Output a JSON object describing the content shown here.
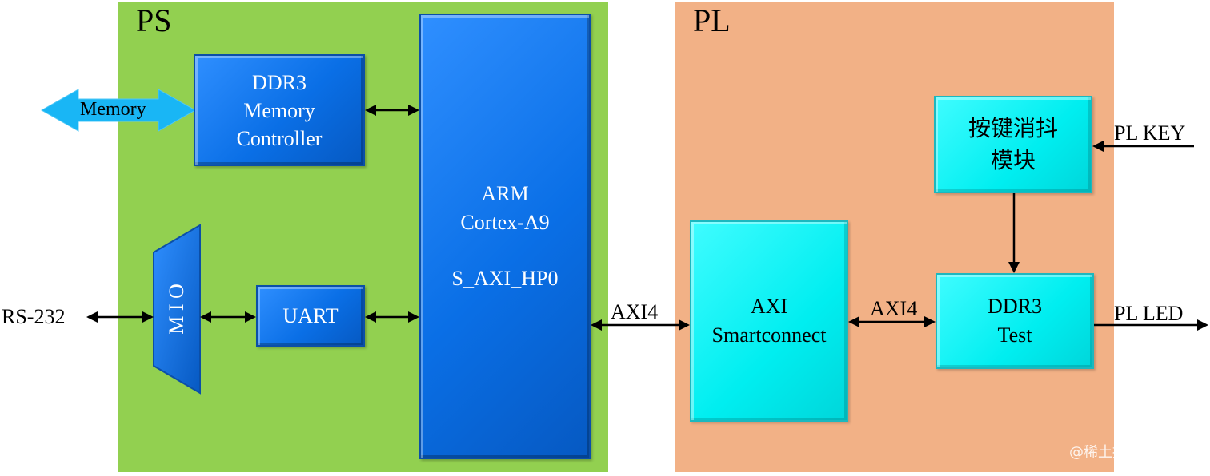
{
  "regions": {
    "ps": {
      "title": "PS",
      "color": "#92d050"
    },
    "pl": {
      "title": "PL",
      "color": "#f2b186"
    }
  },
  "blocks": {
    "ddr3_controller": {
      "line1": "DDR3",
      "line2": "Memory",
      "line3": "Controller"
    },
    "mio": {
      "label": "M I O"
    },
    "uart": {
      "label": "UART"
    },
    "arm": {
      "line1": "ARM",
      "line2": "Cortex-A9",
      "line3": "S_AXI_HP0"
    },
    "axi_smartconnect": {
      "line1": "AXI",
      "line2": "Smartconnect"
    },
    "key_debounce": {
      "line1": "按键消抖",
      "line2": "模块"
    },
    "ddr3_test": {
      "line1": "DDR3",
      "line2": "Test"
    }
  },
  "signals": {
    "memory": "Memory",
    "rs232": "RS-232",
    "axi4_ps_pl": "AXI4",
    "axi4_pl": "AXI4",
    "pl_key": "PL KEY",
    "pl_led": "PL LED"
  },
  "watermark": "@稀土掘金技术社区",
  "colors": {
    "ps_block": "#0a6fe6",
    "pl_block": "#00eef0",
    "memory_arrow": "#19b6f5"
  }
}
